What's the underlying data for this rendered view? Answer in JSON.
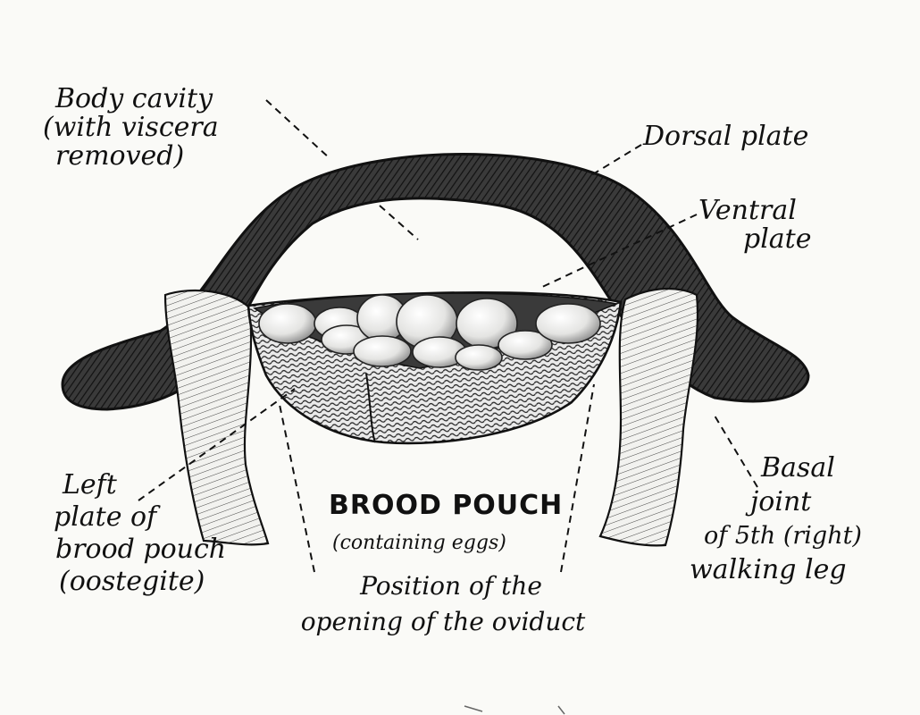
{
  "labels": {
    "body_cavity": [
      "Body cavity",
      "(with viscera",
      "removed)"
    ],
    "dorsal_plate": "Dorsal plate",
    "ventral_plate": [
      "Ventral",
      "plate"
    ],
    "left_plate": [
      "Left",
      "plate of",
      "brood pouch",
      "(oostegite)"
    ],
    "brood_pouch": "BROOD POUCH",
    "containing_eggs": "(containing eggs)",
    "oviduct": [
      "Position of the",
      "opening of the oviduct"
    ],
    "basal_joint": [
      "Basal",
      "joint",
      "of 5th (right)",
      "walking leg"
    ]
  },
  "colors": {
    "ink": "#111111",
    "paper": "#fafaf7",
    "plate": "#2a2a2a"
  }
}
